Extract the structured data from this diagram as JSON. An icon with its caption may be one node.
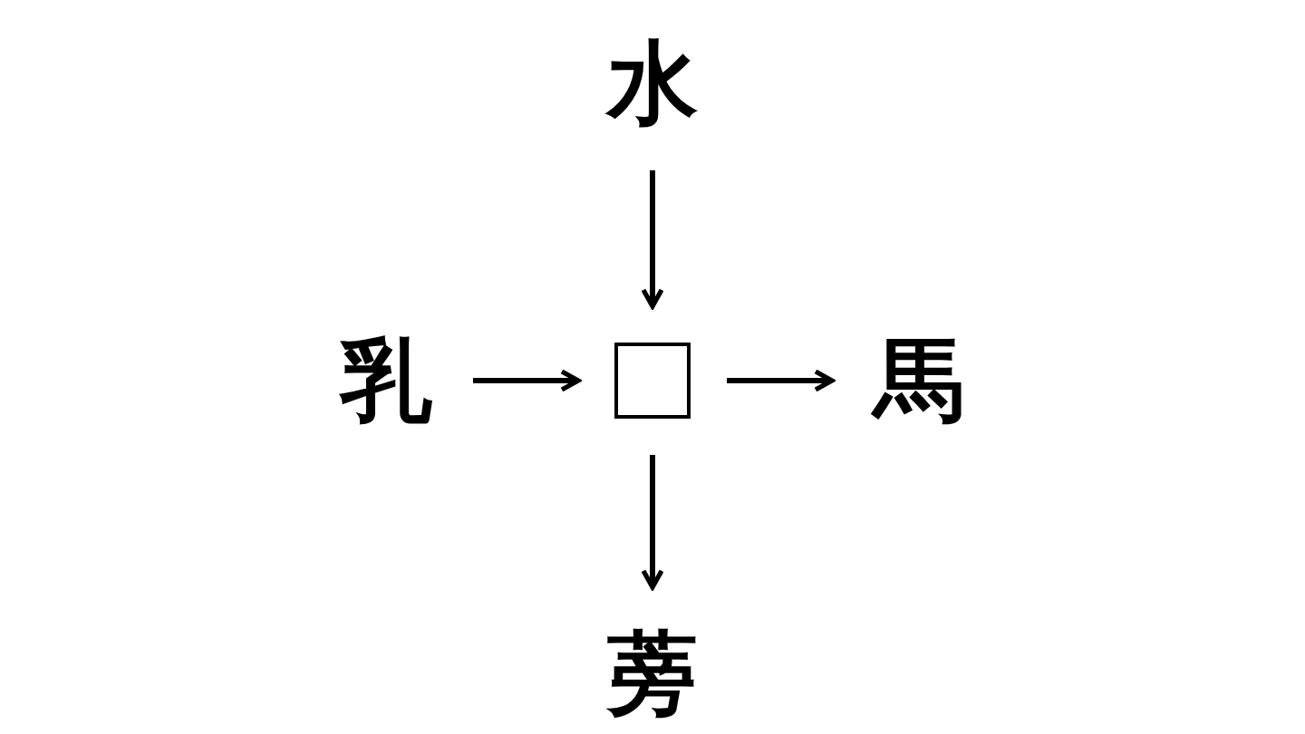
{
  "diagram": {
    "nodes": [
      {
        "text": [
          "水"
        ]
      },
      {
        "text": [
          "乳"
        ]
      },
      {
        "text": [],
        "shape": "box"
      },
      {
        "text": [
          "馬"
        ]
      },
      {
        "text": [
          "蒡"
        ]
      }
    ],
    "edges": [
      {
        "from": 0,
        "to": 2,
        "arrow": "to"
      },
      {
        "from": 1,
        "to": 2,
        "arrow": "to"
      },
      {
        "from": 2,
        "to": 3,
        "arrow": "to"
      },
      {
        "from": 2,
        "to": 4,
        "arrow": "to"
      }
    ]
  }
}
